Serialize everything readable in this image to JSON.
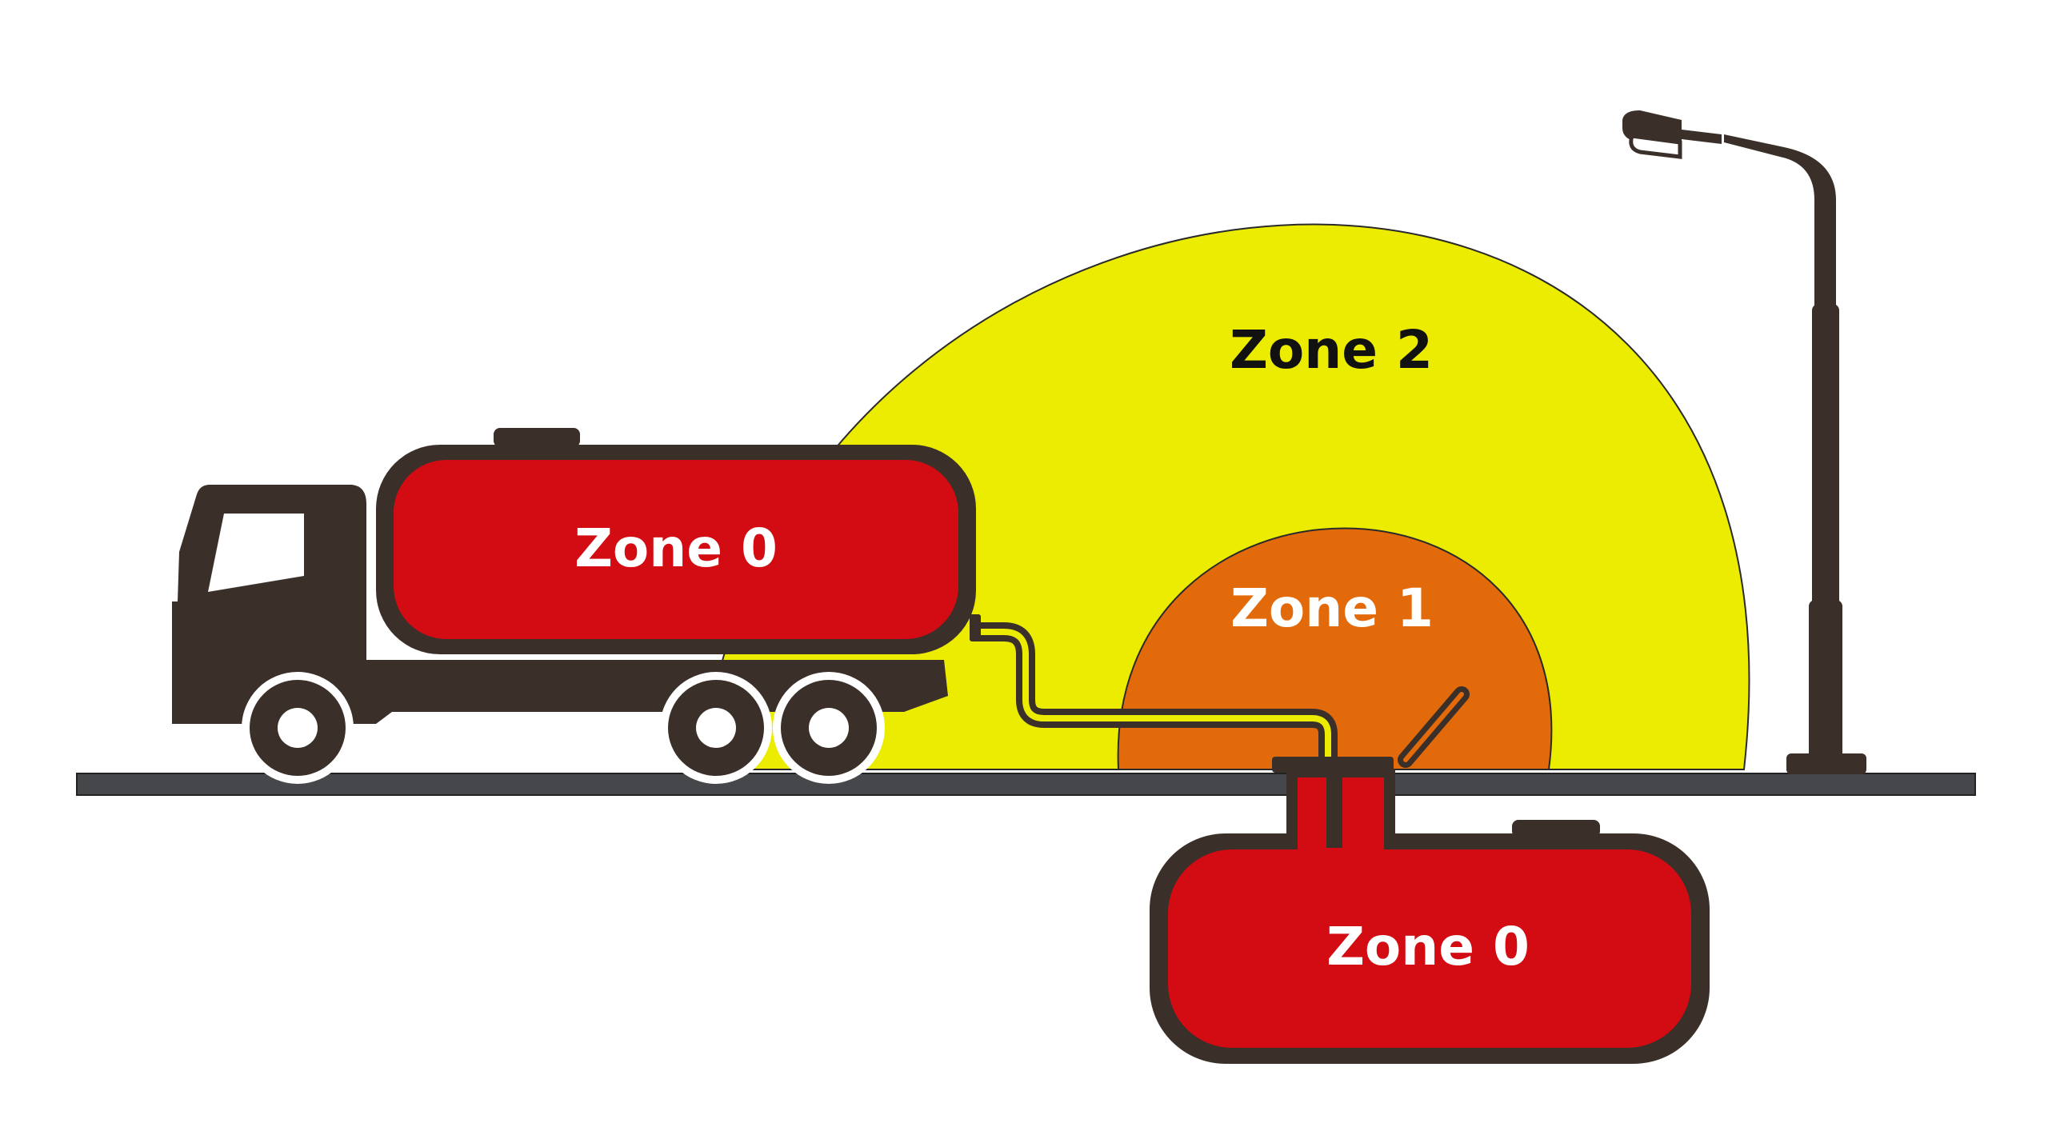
{
  "zones": {
    "zone2": {
      "label": "Zone 2",
      "color": "#ecec00"
    },
    "zone1": {
      "label": "Zone 1",
      "color": "#e26a0a"
    },
    "zone0_tanker": {
      "label": "Zone 0",
      "color": "#d20c12"
    },
    "zone0_underground": {
      "label": "Zone 0",
      "color": "#d20c12"
    }
  },
  "colors": {
    "outline": "#3b2f2a",
    "ground": "#45474a",
    "label_dark": "#111111",
    "label_light": "#ffffff"
  },
  "icons": [
    "tanker-truck-icon",
    "street-lamp-icon",
    "underground-tank-icon",
    "vent-pipe-icon",
    "fill-hose-icon"
  ]
}
